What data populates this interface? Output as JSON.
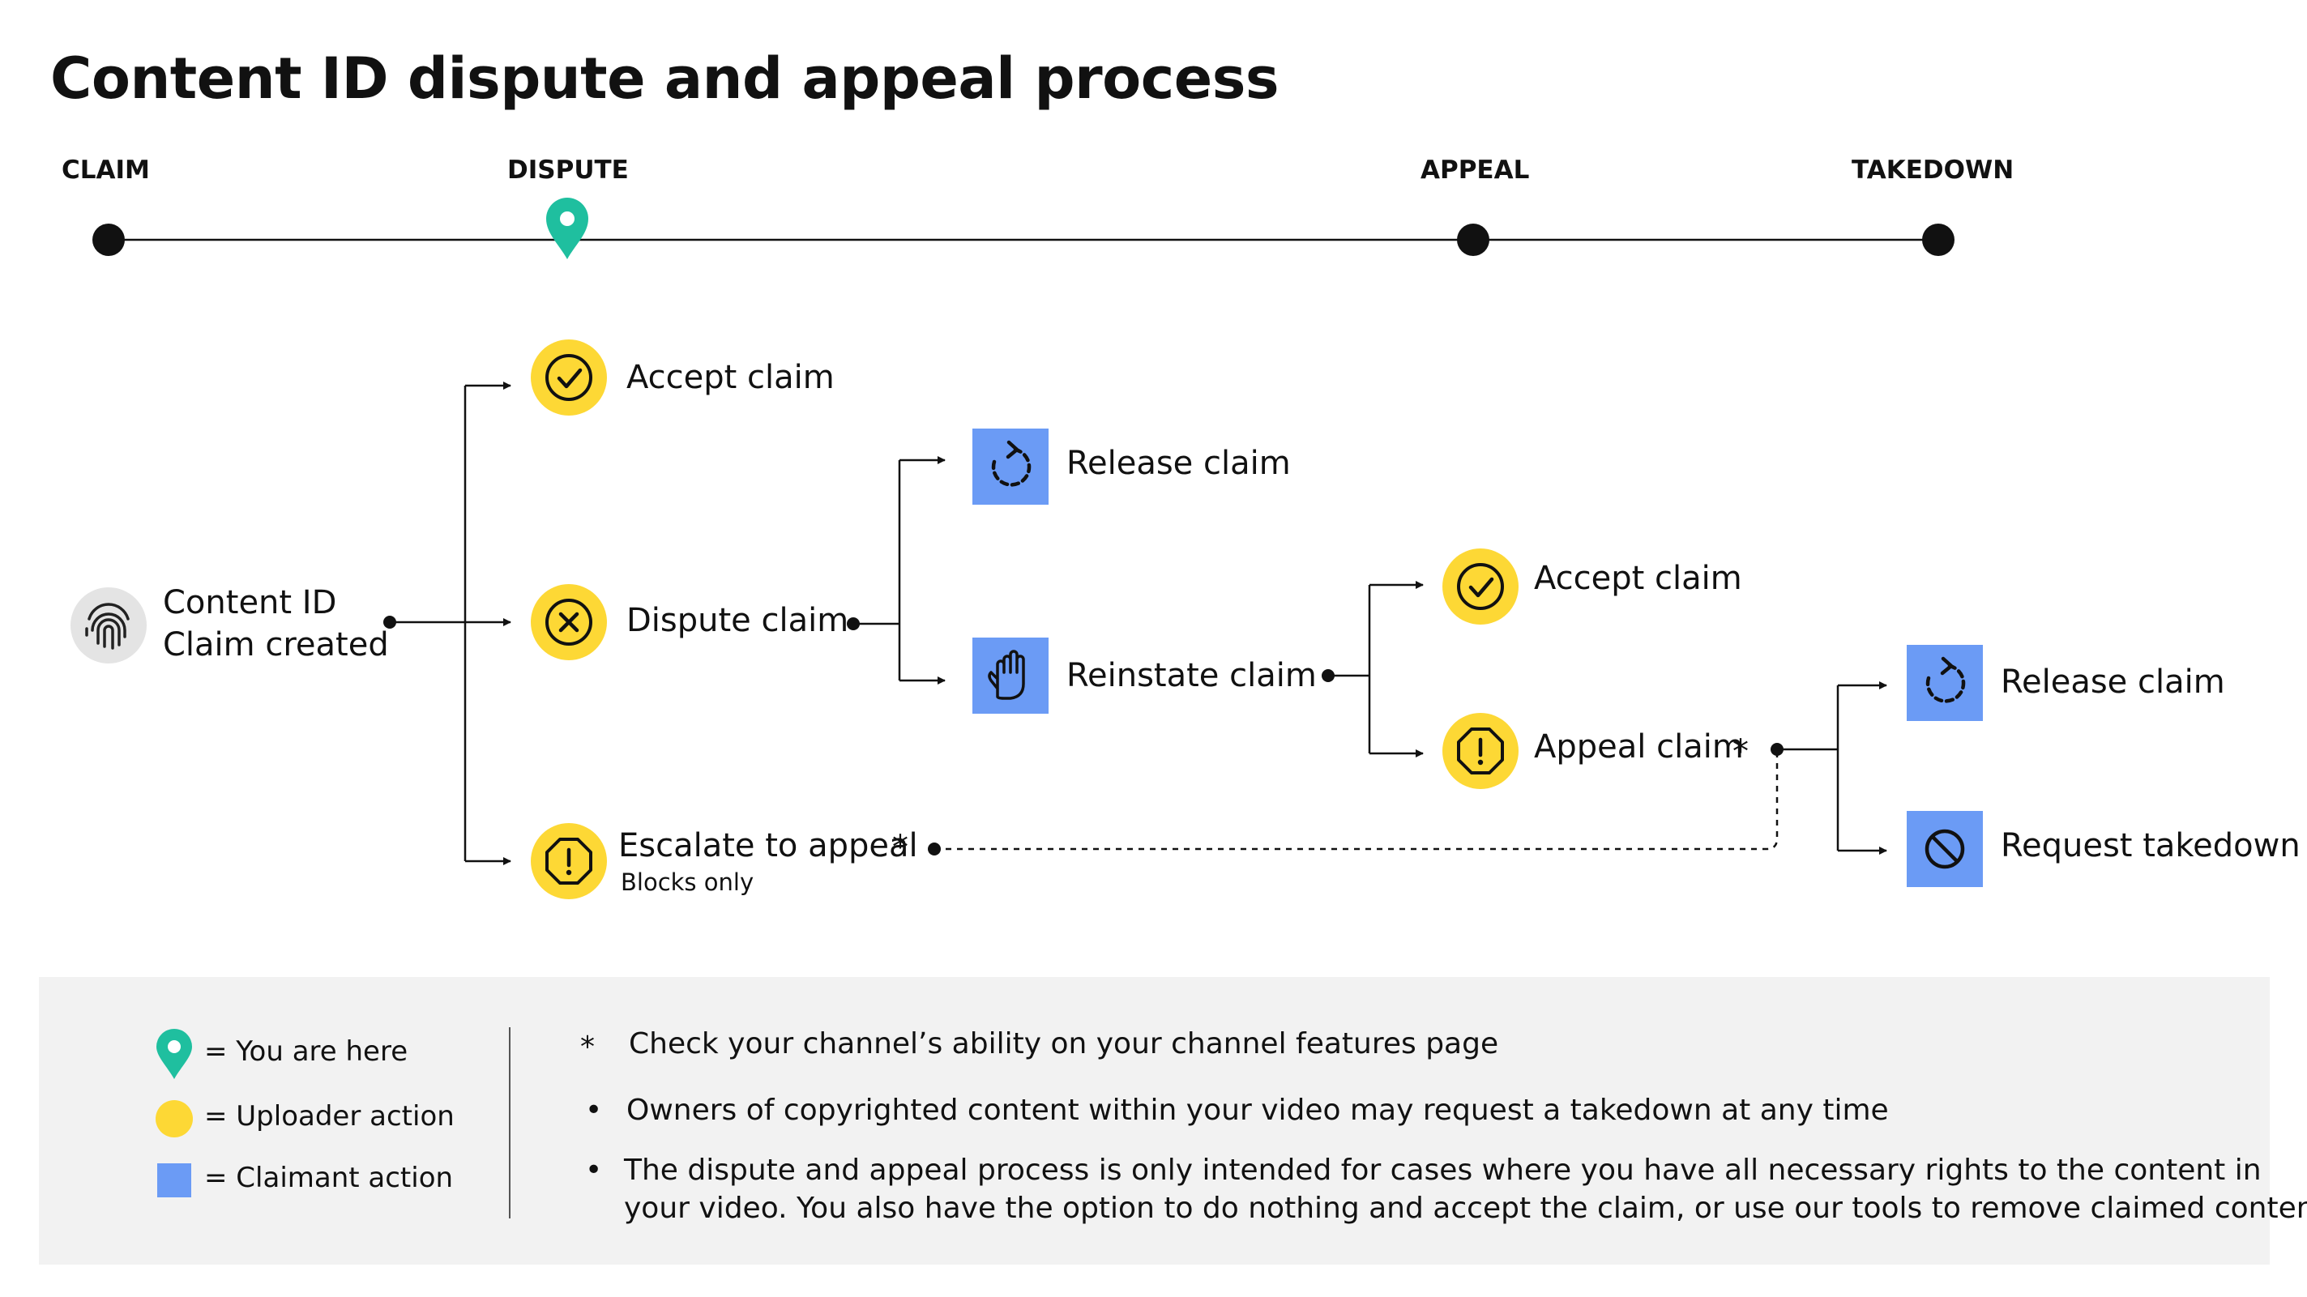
{
  "title": "Content ID dispute and appeal process",
  "stages": {
    "claim": "CLAIM",
    "dispute": "DISPUTE",
    "appeal": "APPEAL",
    "takedown": "TAKEDOWN"
  },
  "nodes": {
    "start_line1": "Content ID",
    "start_line2": "Claim created",
    "accept_claim_1": "Accept claim",
    "dispute_claim": "Dispute claim",
    "escalate_to_appeal": "Escalate to appeal",
    "escalate_note": "Blocks only",
    "release_claim_1": "Release claim",
    "reinstate_claim": "Reinstate claim",
    "accept_claim_2": "Accept claim",
    "appeal_claim": "Appeal claim",
    "release_claim_2": "Release claim",
    "request_takedown": "Request takedown",
    "asterisk": "*"
  },
  "legend": {
    "you_are_here": "= You are here",
    "uploader_action": "= Uploader action",
    "claimant_action": "= Claimant action"
  },
  "notes": {
    "asterisk_note": "Check your channel’s ability on your channel features page",
    "bullet_1": "Owners of copyrighted content within your video may request a takedown at any time",
    "bullet_2_line1": "The dispute and appeal process is only intended for cases where you have all necessary rights to the content in",
    "bullet_2_line2": "your video. You also have the option to do nothing and accept the claim, or use our tools to remove claimed content.",
    "bullet_symbol": "•"
  },
  "colors": {
    "uploader_yellow": "#fdd835",
    "claimant_blue": "#6b9bf5",
    "marker_teal": "#1fbf9f",
    "line_black": "#111111",
    "legend_bg": "#f2f2f2"
  },
  "icons": {
    "start": "fingerprint-icon",
    "accept": "check-circle-icon",
    "dispute": "x-circle-icon",
    "escalate": "alert-octagon-icon",
    "release": "refresh-icon",
    "reinstate": "hand-icon",
    "appeal": "alert-octagon-icon",
    "takedown": "block-icon",
    "you_are_here": "map-pin-icon"
  }
}
